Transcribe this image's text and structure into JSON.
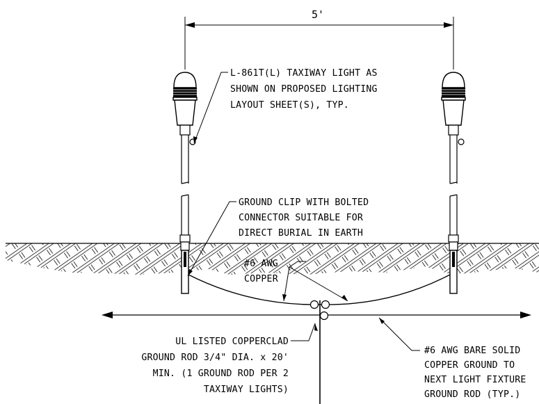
{
  "dimension": {
    "label": "5'"
  },
  "notes": {
    "light_fixture": [
      "L-861T(L) TAXIWAY LIGHT AS",
      "SHOWN ON PROPOSED LIGHTING",
      "LAYOUT SHEET(S), TYP."
    ],
    "ground_clip": [
      "GROUND CLIP WITH BOLTED",
      "CONNECTOR SUITABLE FOR",
      "DIRECT BURIAL IN EARTH"
    ],
    "awg_copper": [
      "#6 AWG",
      "COPPER"
    ],
    "ground_rod": [
      "UL LISTED COPPERCLAD",
      "GROUND ROD 3/4\" DIA. x 20'",
      "MIN. (1 GROUND ROD PER 2",
      "TAXIWAY LIGHTS)"
    ],
    "next_fixture": [
      "#6 AWG BARE SOLID",
      "COPPER GROUND TO",
      "NEXT LIGHT FIXTURE",
      "GROUND ROD (TYP.)"
    ]
  }
}
